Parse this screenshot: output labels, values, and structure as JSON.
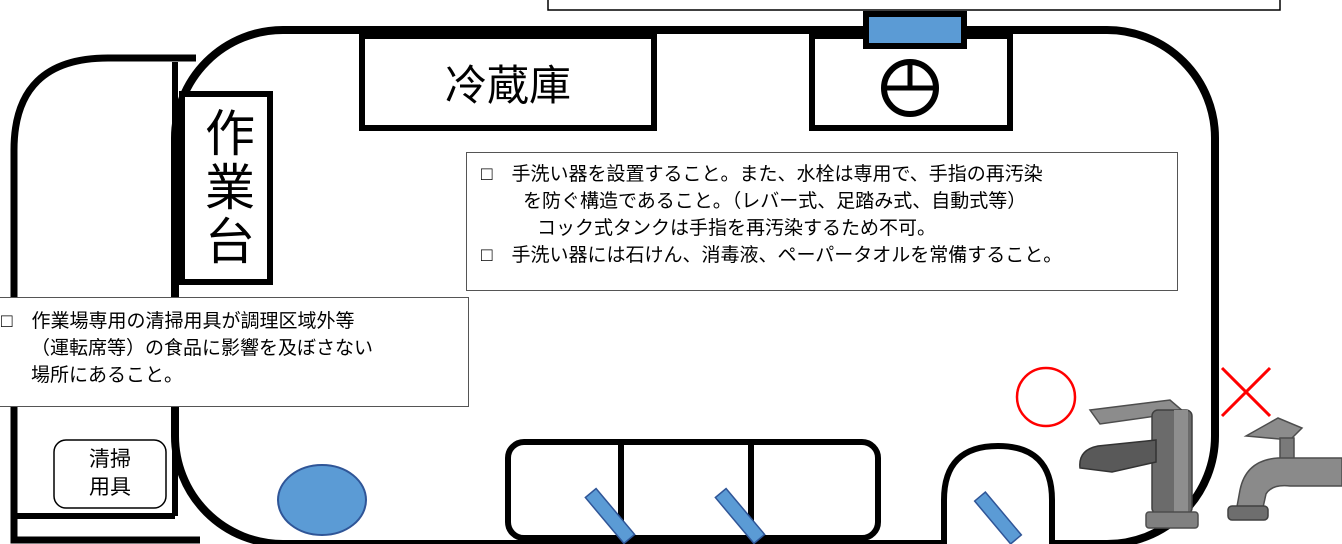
{
  "labels": {
    "refrigerator": "冷蔵庫",
    "workbench": "作業台",
    "cleaning_tools": [
      "清掃",
      "用具"
    ]
  },
  "notes": {
    "handwash": [
      "□　手洗い器を設置すること。また、水栓は専用で、手指の再汚染",
      "を防ぐ構造であること。（レバー式、足踏み式、自動式等）",
      "コック式タンクは手指を再汚染するため不可。",
      "□　手洗い器には石けん、消毒液、ペーパータオルを常備すること。"
    ],
    "cleaning": [
      "□　作業場専用の清掃用具が調理区域外等",
      "（運転席等）の食品に影響を及ぼさない",
      "場所にあること。"
    ]
  },
  "marks": {
    "ok_symbol": "circle",
    "ng_symbol": "cross",
    "ok_color": "#ff0000",
    "ng_color": "#ff0000"
  },
  "icons": [
    "lever-faucet-icon",
    "cock-faucet-icon",
    "drain-icon"
  ],
  "colors": {
    "fixture_blue": "#5b9bd5",
    "fixture_blue_border": "#2f5597",
    "outline": "#000000",
    "faucet_gray": "#7f7f7f"
  }
}
